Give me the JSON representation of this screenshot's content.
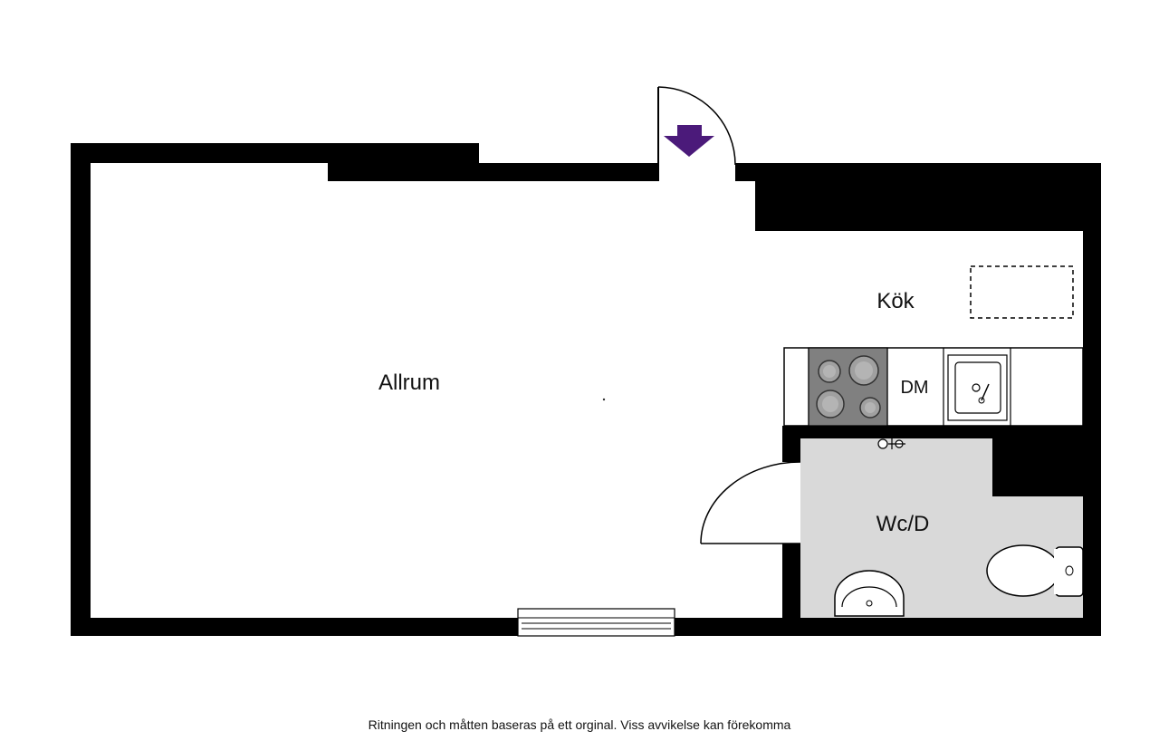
{
  "rooms": {
    "allrum": "Allrum",
    "kok": "Kök",
    "wcd": "Wc/D",
    "dm": "DM"
  },
  "footer": {
    "disclaimer": "Ritningen och måtten baseras på ett orginal. Viss avvikelse kan förekomma"
  },
  "colors": {
    "wall": "#000000",
    "wet_floor": "#d9d9d9",
    "stove": "#808080",
    "entrance_arrow": "#4b1a7a"
  },
  "icons": {
    "entrance": "entrance-arrow-icon"
  }
}
